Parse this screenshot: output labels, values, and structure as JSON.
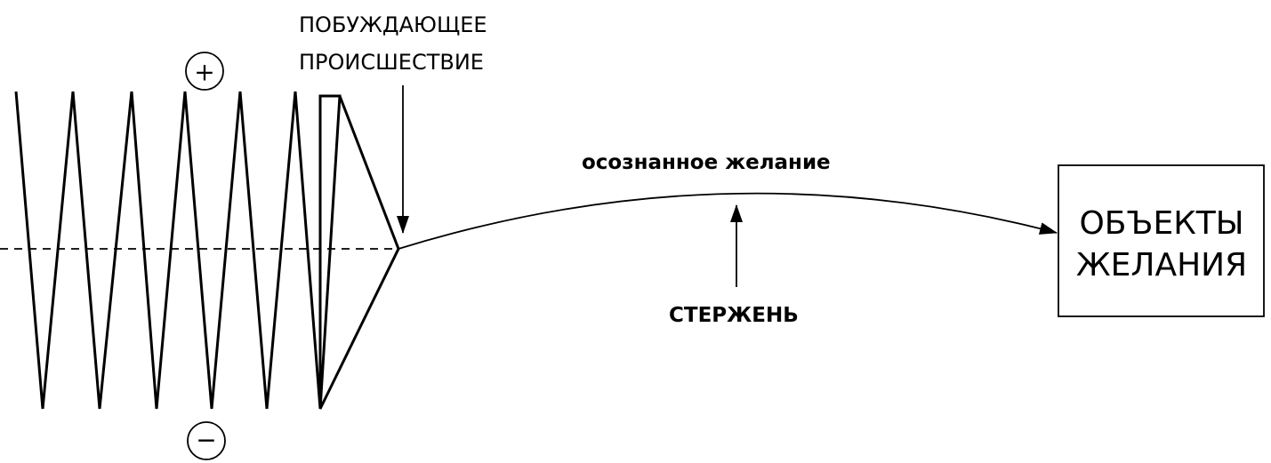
{
  "labels": {
    "inciting_incident_line1": "ПОБУЖДАЮЩЕЕ",
    "inciting_incident_line2": "ПРОИСШЕСТВИЕ",
    "conscious_desire": "осознанное желание",
    "spine": "СТЕРЖЕНЬ",
    "object_line1": "ОБЪЕКТЫ",
    "object_line2": "ЖЕЛАНИЯ",
    "plus_sign": "+",
    "minus_sign": "−"
  },
  "colors": {
    "ink": "#000000",
    "background": "#ffffff"
  }
}
